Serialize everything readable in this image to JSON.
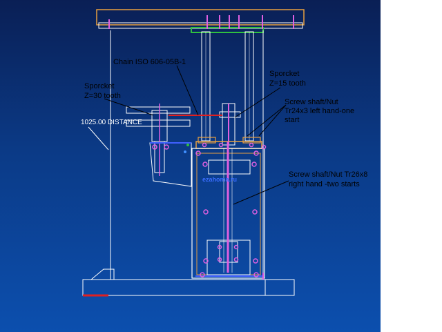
{
  "annotations": {
    "chain": "Chain ISO 606-05B-1",
    "sprocket_small_line1": "Sporcket",
    "sprocket_small_line2": "Z=15 tooth",
    "sprocket_large_line1": "Sporcket",
    "sprocket_large_line2": "Z=30 tooth",
    "screw_left_line1": "Screw shaft/Nut",
    "screw_left_line2": "Tr24x3 left hand-one",
    "screw_left_line3": "start",
    "screw_right_line1": "Screw shaft/Nut Tr26x8",
    "screw_right_line2": "right hand -two starts",
    "distance": "1025.00  DISTANCE",
    "watermark": "ezahoma.ru"
  },
  "colors": {
    "background_top": "#0a1f55",
    "background_bottom": "#0c4fae",
    "outline": "#ffffff",
    "top_plate": "#e8a040",
    "bracket": "#30c040",
    "chain": "#e02020",
    "leader": "#000000",
    "bolts": "#e060e0"
  }
}
